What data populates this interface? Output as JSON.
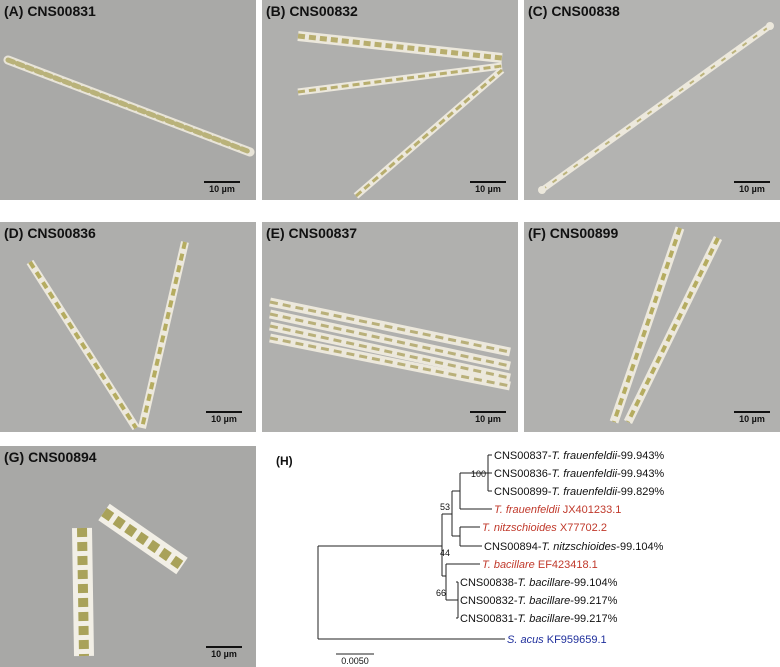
{
  "panels": {
    "a": {
      "label": "(A) CNS00831",
      "scale": "10 µm"
    },
    "b": {
      "label": "(B) CNS00832",
      "scale": "10 µm"
    },
    "c": {
      "label": "(C) CNS00838",
      "scale": "10 µm"
    },
    "d": {
      "label": "(D) CNS00836",
      "scale": "10 µm"
    },
    "e": {
      "label": "(E) CNS00837",
      "scale": "10 µm"
    },
    "f": {
      "label": "(F) CNS00899",
      "scale": "10 µm"
    },
    "g": {
      "label": "(G) CNS00894",
      "scale": "10 µm"
    }
  },
  "tree": {
    "label": "(H)",
    "scale_label": "0.0050",
    "colors": {
      "query": "#111111",
      "reference": "#c0392b",
      "outgroup": "#1f2f9c"
    },
    "leaves": [
      {
        "name": "CNS00837-",
        "species": "T. frauenfeldii",
        "suffix": "-99.943%",
        "kind": "query"
      },
      {
        "name": "CNS00836-",
        "species": "T. frauenfeldii",
        "suffix": "-99.943%",
        "kind": "query"
      },
      {
        "name": "CNS00899-",
        "species": "T. frauenfeldii",
        "suffix": "-99.829%",
        "kind": "query"
      },
      {
        "name": "",
        "species": "T. frauenfeldii",
        "suffix": " JX401233.1",
        "kind": "reference"
      },
      {
        "name": "",
        "species": "T. nitzschioides",
        "suffix": " X77702.2",
        "kind": "reference"
      },
      {
        "name": "CNS00894-",
        "species": "T. nitzschioides",
        "suffix": "-99.104%",
        "kind": "query"
      },
      {
        "name": "",
        "species": "T. bacillare",
        "suffix": " EF423418.1",
        "kind": "reference"
      },
      {
        "name": "CNS00838-",
        "species": "T. bacillare",
        "suffix": "-99.104%",
        "kind": "query"
      },
      {
        "name": "CNS00832-",
        "species": "T. bacillare",
        "suffix": "-99.217%",
        "kind": "query"
      },
      {
        "name": "CNS00831-",
        "species": "T. bacillare",
        "suffix": "-99.217%",
        "kind": "query"
      },
      {
        "name": "",
        "species": "S. acus",
        "suffix": " KF959659.1",
        "kind": "outgroup"
      }
    ],
    "bootstrap": [
      "100",
      "53",
      "44",
      "66"
    ]
  }
}
